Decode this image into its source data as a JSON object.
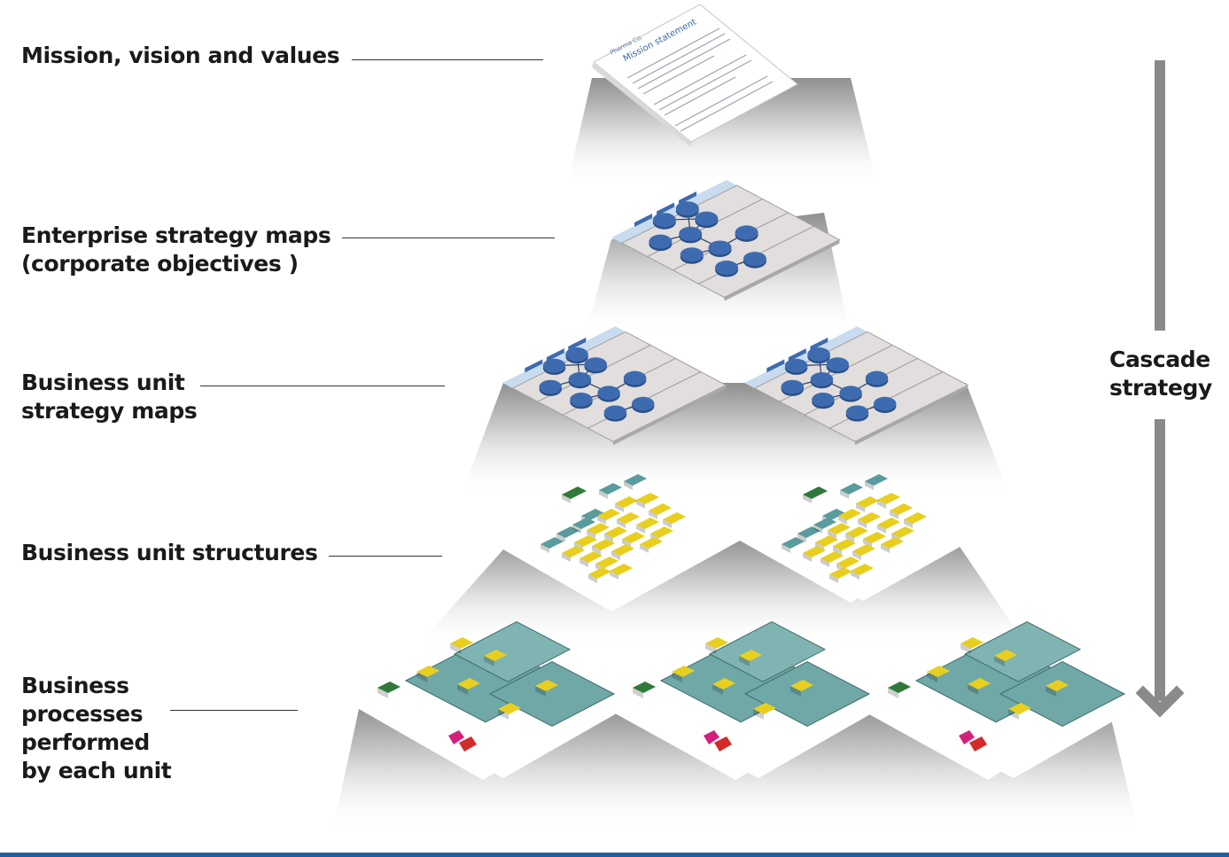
{
  "levels": [
    {
      "lines": [
        "Mission, vision and values"
      ]
    },
    {
      "lines": [
        "Enterprise strategy maps",
        "(corporate objectives )"
      ]
    },
    {
      "lines": [
        "Business unit",
        "strategy maps"
      ]
    },
    {
      "lines": [
        "Business unit structures"
      ]
    },
    {
      "lines": [
        "Business",
        "processes",
        "performed",
        "by each unit"
      ]
    }
  ],
  "cascade": {
    "lines": [
      "Cascade",
      "strategy"
    ]
  },
  "document": {
    "brand": "Pharma Co.",
    "title": "Mission statement"
  },
  "colors": {
    "map_node": "#3e6bb0",
    "map_header": "#c9dcef",
    "map_plate": "#e1dedd",
    "org_yellow": "#e8cf1f",
    "org_teal": "#5a9c9e",
    "org_green": "#2f7a3a",
    "process_teal": "#6fa8a6",
    "process_pink": "#d4207a",
    "process_red": "#d32a2a",
    "arrow": "#8a8a8a",
    "accent_bar": "#1f5f9e"
  }
}
